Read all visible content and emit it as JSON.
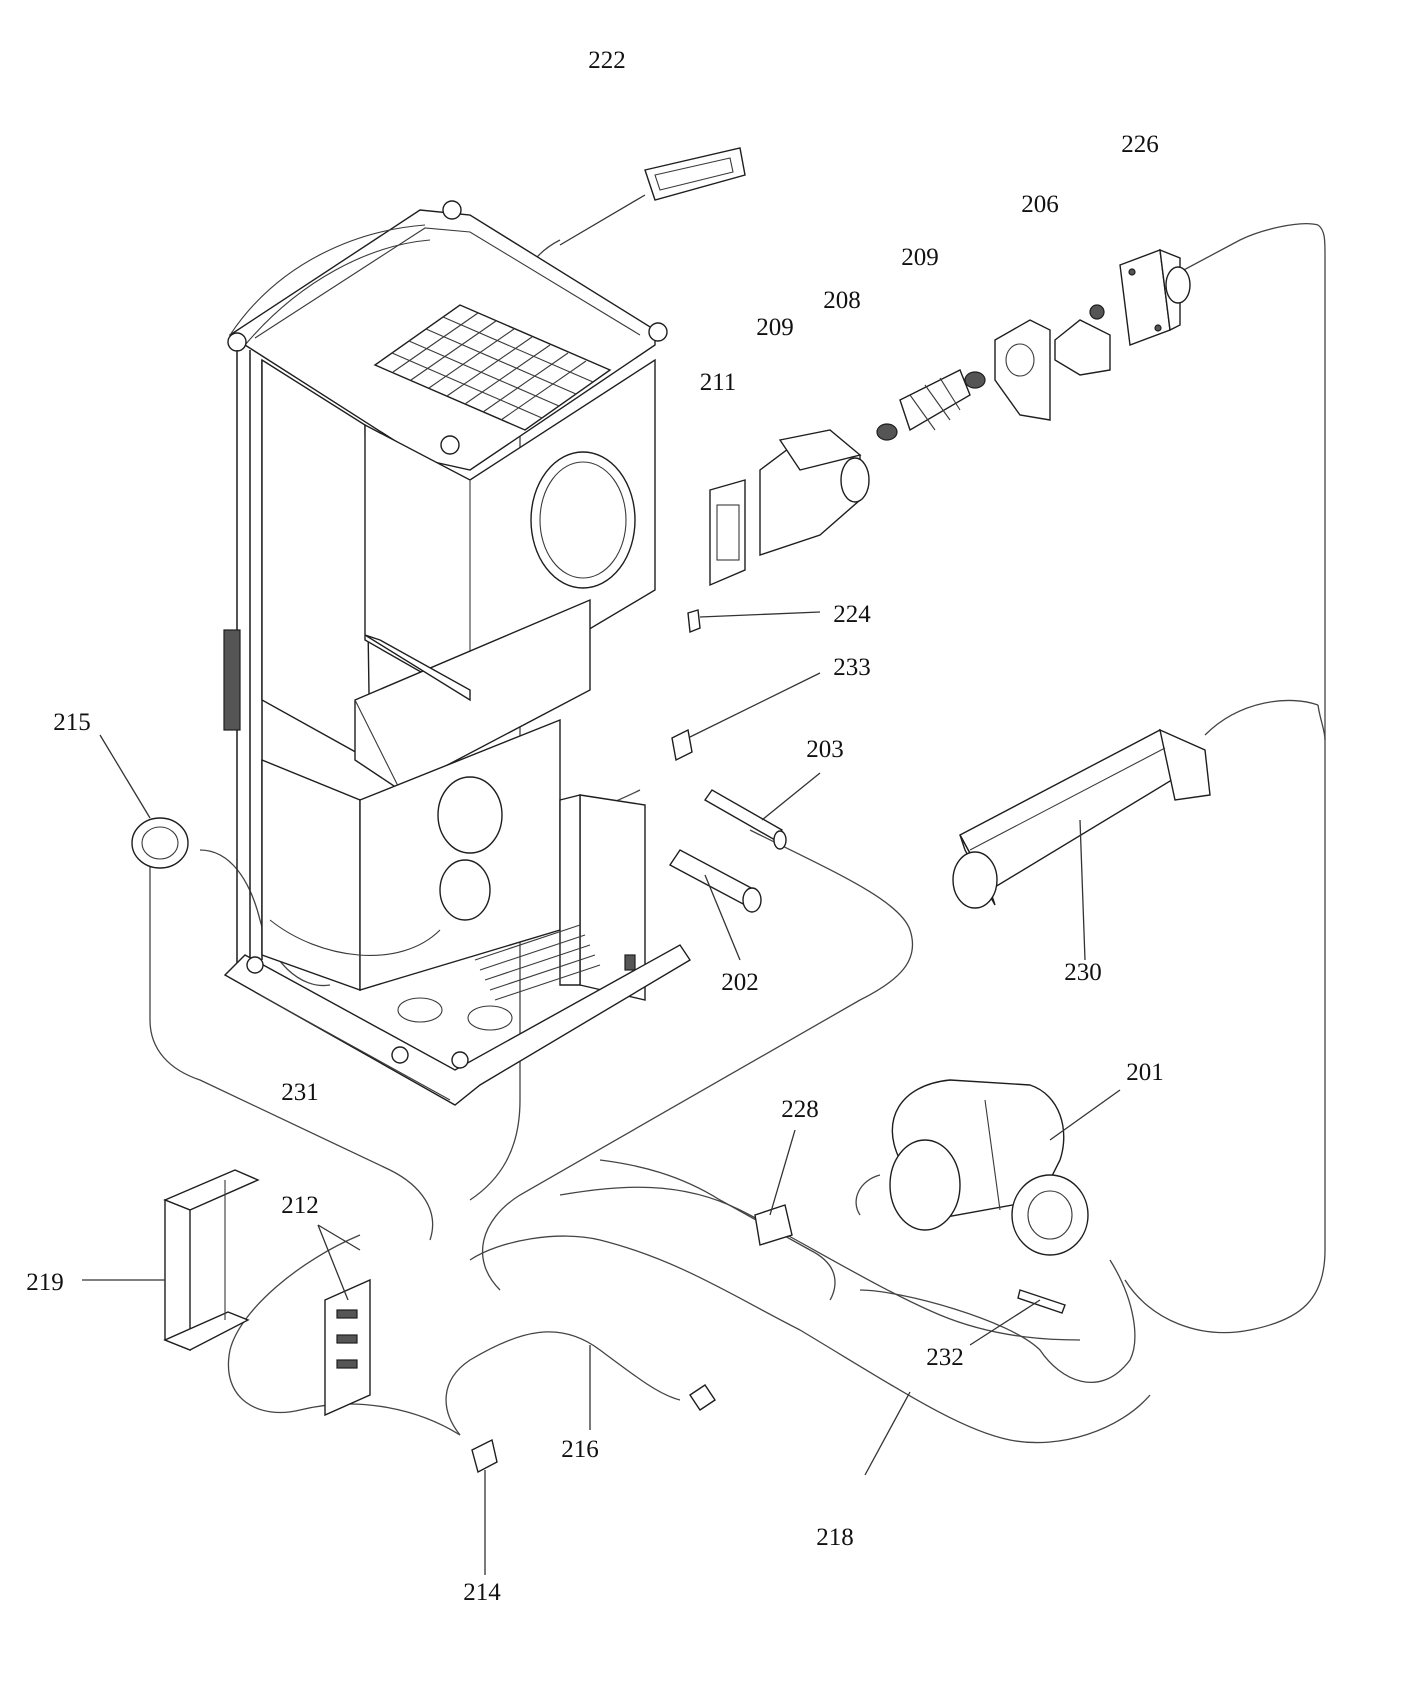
{
  "callouts": [
    {
      "id": "c222",
      "text": "222"
    },
    {
      "id": "c226",
      "text": "226"
    },
    {
      "id": "c206",
      "text": "206"
    },
    {
      "id": "c209a",
      "text": "209"
    },
    {
      "id": "c208",
      "text": "208"
    },
    {
      "id": "c209b",
      "text": "209"
    },
    {
      "id": "c211",
      "text": "211"
    },
    {
      "id": "c224",
      "text": "224"
    },
    {
      "id": "c233",
      "text": "233"
    },
    {
      "id": "c215",
      "text": "215"
    },
    {
      "id": "c203",
      "text": "203"
    },
    {
      "id": "c202",
      "text": "202"
    },
    {
      "id": "c230",
      "text": "230"
    },
    {
      "id": "c231",
      "text": "231"
    },
    {
      "id": "c201",
      "text": "201"
    },
    {
      "id": "c228",
      "text": "228"
    },
    {
      "id": "c212",
      "text": "212"
    },
    {
      "id": "c219",
      "text": "219"
    },
    {
      "id": "c232",
      "text": "232"
    },
    {
      "id": "c216",
      "text": "216"
    },
    {
      "id": "c218",
      "text": "218"
    },
    {
      "id": "c214",
      "text": "214"
    }
  ]
}
